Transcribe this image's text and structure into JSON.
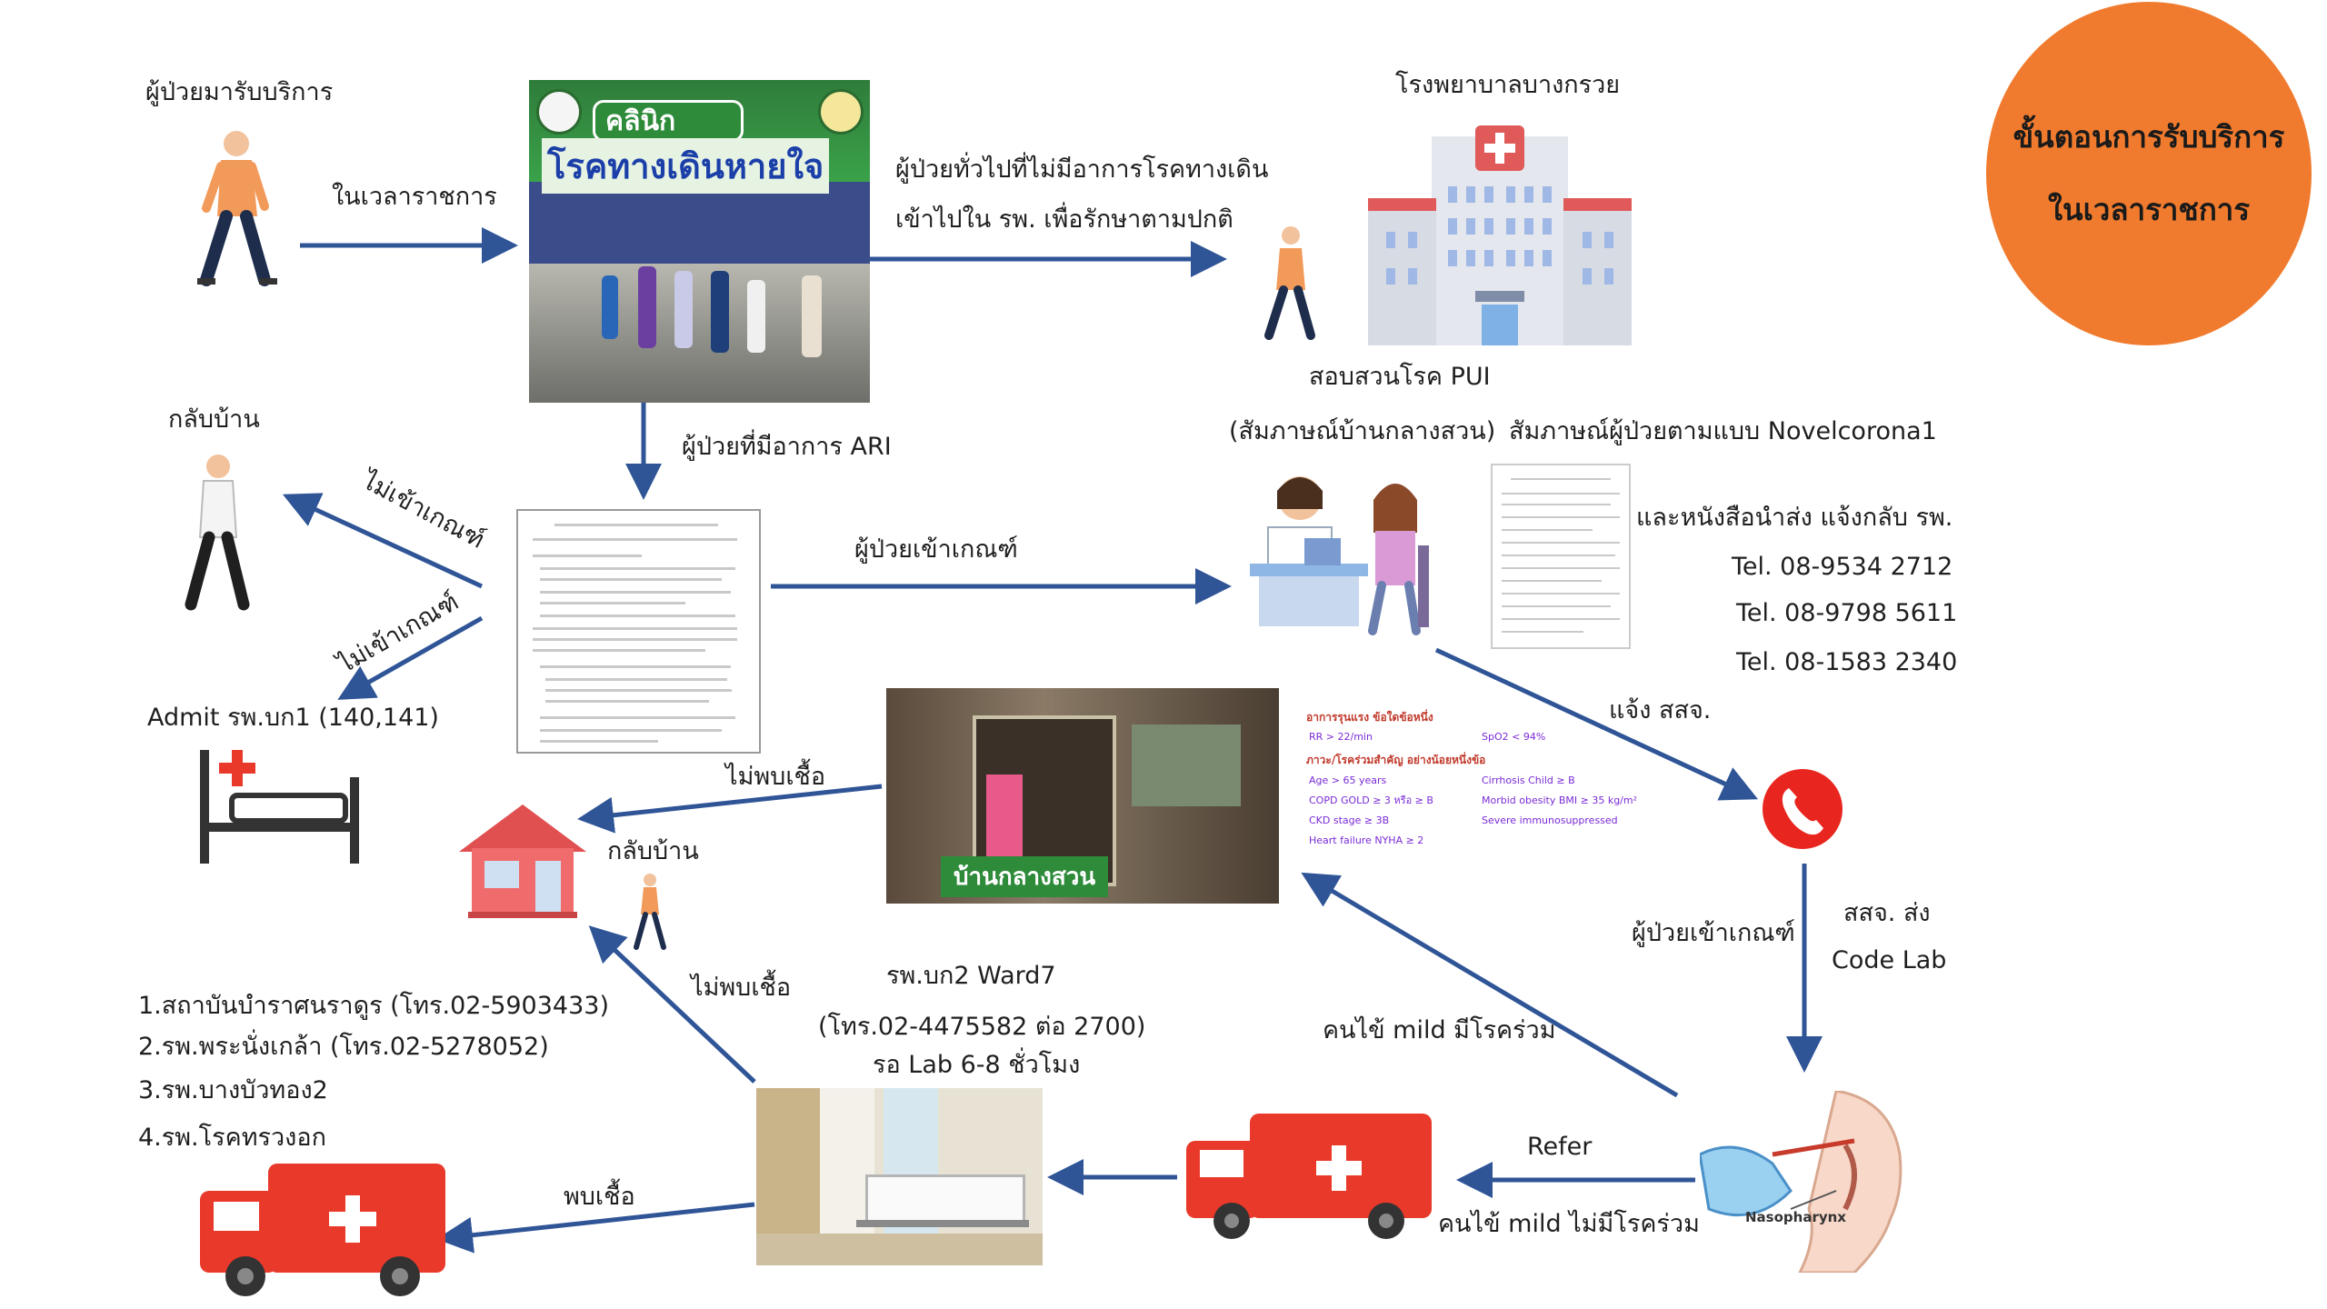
{
  "title_circle": {
    "line1": "ขั้นตอนการรับบริการ",
    "line2": "ในเวลาราชการ"
  },
  "clinic_banner": {
    "line1": "คลินิก",
    "line2": "โรคทางเดินหายใจ"
  },
  "labels": {
    "patient_arrives": "ผู้ป่วยมารับบริการ",
    "office_hours": "ในเวลาราชการ",
    "general_patients_1": "ผู้ป่วยทั่วไปที่ไม่มีอาการโรคทางเดิน",
    "general_patients_2": "เข้าไปใน รพ. เพื่อรักษาตามปกติ",
    "hospital_name": "โรงพยาบาลบางกรวย",
    "go_home_top": "กลับบ้าน",
    "ari_patients": "ผู้ป่วยที่มีอาการ ARI",
    "pui_1": "สอบสวนโรค PUI",
    "pui_2": "(สัมภาษณ์บ้านกลางสวน)",
    "interview_form": "สัมภาษณ์ผู้ป่วยตามแบบ Novelcorona1",
    "referral_letter": "และหนังสือนำส่ง แจ้งกลับ รพ.",
    "tel1": "Tel. 08-9534 2712",
    "tel2": "Tel. 08-9798 5611",
    "tel3": "Tel. 08-1583 2340",
    "not_meet_criteria_1": "ไม่เข้าเกณฑ์",
    "not_meet_criteria_2": "ไม่เข้าเกณฑ์",
    "meets_criteria": "ผู้ป่วยเข้าเกณฑ์",
    "admit": "Admit รพ.บก1 (140,141)",
    "notify_ssj": "แจ้ง สสจ.",
    "not_infected_1": "ไม่พบเชื้อ",
    "go_home_mid": "กลับบ้าน",
    "baan_klang_suan": "บ้านกลางสวน",
    "ssj_send": "สสจ. ส่ง",
    "code_lab": "Code Lab",
    "meets_criteria_2": "ผู้ป่วยเข้าเกณฑ์",
    "ward_1": "รพ.บก2 Ward7",
    "ward_2": "(โทร.02-4475582 ต่อ 2700)",
    "ward_3": "รอ Lab 6-8 ชั่วโมง",
    "not_infected_2": "ไม่พบเชื้อ",
    "mild_with_comorbid": "คนไข้ mild มีโรคร่วม",
    "refer": "Refer",
    "mild_no_comorbid": "คนไข้ mild ไม่มีโรคร่วม",
    "infected": "พบเชื้อ",
    "nasopharynx": "Nasopharynx",
    "hospitals": [
      "1.สถาบันบำราศนราดูร (โทร.02-5903433)",
      "2.รพ.พระนั่งเกล้า (โทร.02-5278052)",
      "3.รพ.บางบัวทอง2",
      "4.รพ.โรคทรวงอก"
    ]
  },
  "criteria": {
    "severity_title": "อาการรุนแรง ข้อใดข้อหนึ่ง",
    "rr": "RR > 22/min",
    "spo2": "SpO2 < 94%",
    "comorbid_title": "ภาวะ/โรคร่วมสำคัญ อย่างน้อยหนึ่งข้อ",
    "left_items": [
      "Age > 65 years",
      "COPD GOLD ≥ 3 หรือ ≥ B",
      "CKD stage ≥ 3B",
      "Heart failure NYHA ≥ 2"
    ],
    "right_items": [
      "Cirrhosis Child ≥ B",
      "Morbid obesity BMI ≥ 35 kg/m²",
      "Severe immunosuppressed"
    ]
  },
  "colors": {
    "arrow": "#2f5597",
    "accent_orange": "#f07b2e",
    "ambulance_red": "#e8392a",
    "criteria_purple": "#7a2bd6",
    "criteria_red": "#c0392b"
  },
  "icons": [
    "walking-person-icon",
    "hospital-icon",
    "doctor-interview-icon",
    "document-icon",
    "hospital-bed-icon",
    "house-icon",
    "phone-icon",
    "ambulance-icon",
    "nasal-swab-icon"
  ]
}
